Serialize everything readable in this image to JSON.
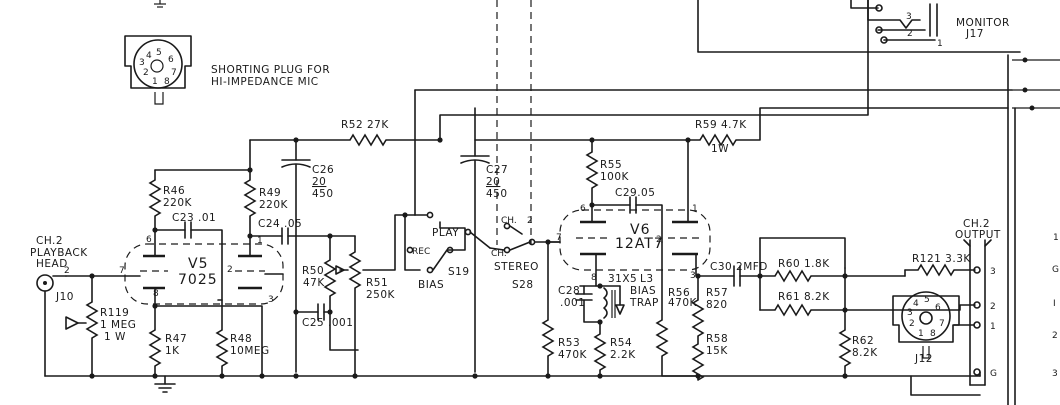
{
  "title": "",
  "notes": {
    "shorting_plug": "SHORTING PLUG FOR",
    "shorting_plug_2": "HI-IMPEDANCE MIC"
  },
  "jacks": {
    "j10_line1": "CH.2",
    "j10_line2": "PLAYBACK",
    "j10_line3": "HEAD",
    "j10": "J10",
    "j10_pin": "2",
    "j17_monitor": "MONITOR",
    "j17": "J17",
    "j17_pins": [
      "3",
      "2",
      "1"
    ],
    "j12": "J12",
    "output_line1": "CH.2",
    "output_line2": "OUTPUT",
    "output_pins": [
      "3",
      "2",
      "1",
      "G"
    ]
  },
  "tubes": {
    "v5": {
      "name": "V5",
      "type": "7025",
      "pins": [
        "6",
        "7",
        "8",
        "1",
        "2",
        "3"
      ]
    },
    "v6": {
      "name": "V6",
      "type": "12AT7",
      "pins": [
        "6",
        "1",
        "7",
        "2",
        "8",
        "3"
      ]
    }
  },
  "resistors": {
    "r46": [
      "R46",
      "220K"
    ],
    "r49": [
      "R49",
      "220K"
    ],
    "r47": [
      "R47",
      "1K"
    ],
    "r48": [
      "R48",
      "10MEG"
    ],
    "r50": [
      "R50",
      "47K"
    ],
    "r51": [
      "R51",
      "250K"
    ],
    "r52": "R52 27K",
    "r53": [
      "R53",
      "470K"
    ],
    "r54": [
      "R54",
      "2.2K"
    ],
    "r55": [
      "R55",
      "100K"
    ],
    "r56": [
      "R56",
      "470K"
    ],
    "r57": [
      "R57",
      "820"
    ],
    "r58": [
      "R58",
      "15K"
    ],
    "r59": [
      "R59 4.7K",
      "1W"
    ],
    "r60": "R60 1.8K",
    "r61": "R61 8.2K",
    "r62": [
      "R62",
      "8.2K"
    ],
    "r119": [
      "R119",
      "1 MEG",
      "1 W"
    ],
    "r121": "R121 3.3K"
  },
  "capacitors": {
    "c23": "C23 .01",
    "c24": "C24 .05",
    "c25": "C25 .001",
    "c26": [
      "C26",
      "20",
      "450"
    ],
    "c27": [
      "C27",
      "20",
      "450"
    ],
    "c28": [
      "C28",
      ".001"
    ],
    "c29": "C29.05",
    "c30": "C30  2MFD"
  },
  "switches": {
    "s19": "S19",
    "s19_play": "PLAY",
    "s19_rec": "REC",
    "s19_bias": "BIAS",
    "s28": "S28",
    "s28_ch1": "CH.",
    "s28_ch2": "CH.",
    "s28_2": "2",
    "s28_stereo": "STEREO"
  },
  "inductors": {
    "l3": [
      "31X5",
      "L3",
      "BIAS",
      "TRAP"
    ]
  },
  "plug": {
    "pins": [
      "4",
      "5",
      "3",
      "6",
      "2",
      "7",
      "1",
      "8"
    ]
  },
  "edge_labels": [
    "1",
    "G",
    "I",
    "2",
    "3"
  ]
}
